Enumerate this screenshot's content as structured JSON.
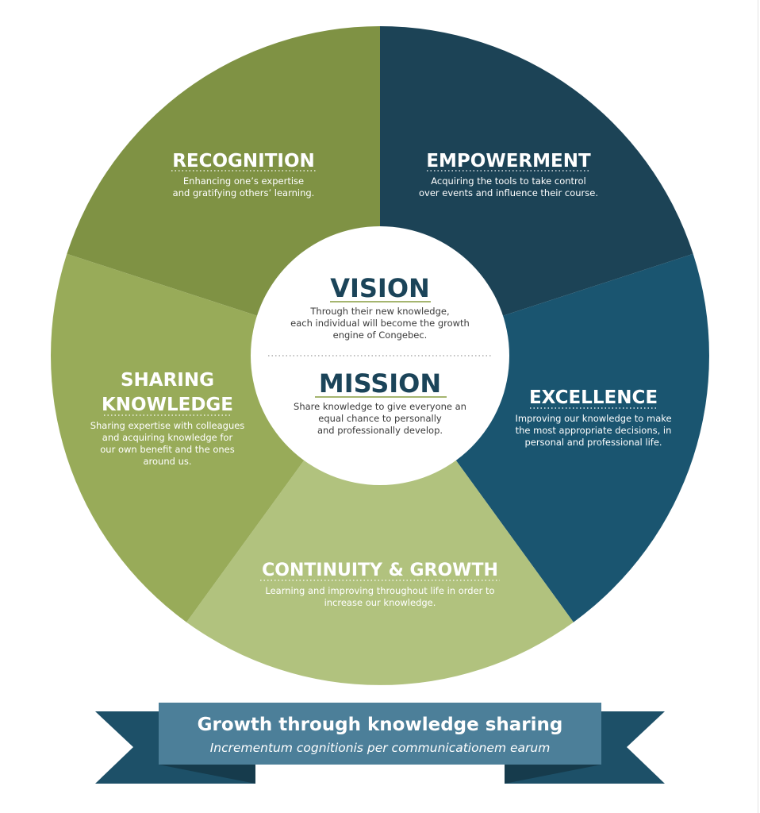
{
  "colors": {
    "empowerment": "#1c4356",
    "excellence": "#1a5570",
    "continuity": "#b1c27e",
    "sharing": "#98ab59",
    "recognition": "#7f9244",
    "core_title": "#1b4459",
    "banner_main": "#4c7f99",
    "banner_tail": "#1d5068"
  },
  "segments": {
    "recognition": {
      "title": "RECOGNITION",
      "desc": [
        "Enhancing one’s expertise",
        "and gratifying others’ learning."
      ]
    },
    "empowerment": {
      "title": "EMPOWERMENT",
      "desc": [
        "Acquiring the tools to take control",
        "over events and influence their course."
      ]
    },
    "excellence": {
      "title": "EXCELLENCE",
      "desc": [
        "Improving our knowledge to make",
        "the most appropriate decisions, in",
        "personal and professional life."
      ]
    },
    "continuity": {
      "title": "CONTINUITY & GROWTH",
      "desc": [
        "Learning and improving throughout life in order to",
        "increase our knowledge."
      ]
    },
    "sharing": {
      "title": [
        "SHARING",
        "KNOWLEDGE"
      ],
      "desc": [
        "Sharing expertise with colleagues",
        "and acquiring knowledge for",
        "our own benefit and the ones",
        "around us."
      ]
    }
  },
  "core": {
    "vision": {
      "title": "VISION",
      "desc": [
        "Through their new knowledge,",
        "each individual will become the growth",
        "engine of Congebec."
      ]
    },
    "mission": {
      "title": "MISSION",
      "desc": [
        "Share knowledge to give everyone an",
        "equal chance to personally",
        "and professionally develop."
      ]
    }
  },
  "banner": {
    "title": "Growth through knowledge sharing",
    "subtitle": "Incrementum cognitionis per communicationem earum"
  }
}
